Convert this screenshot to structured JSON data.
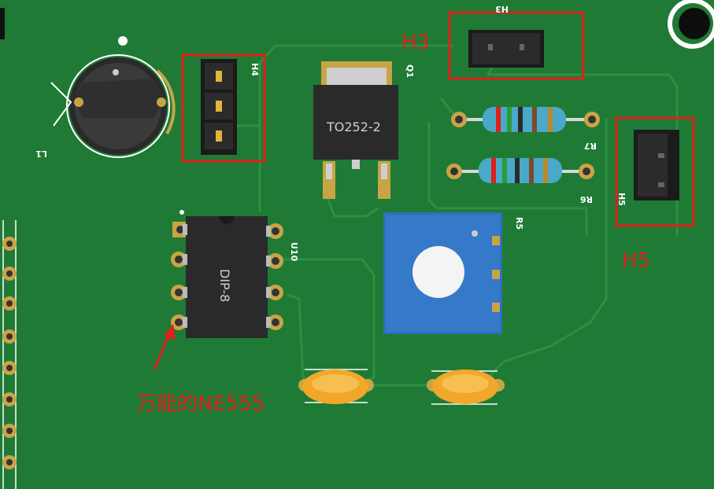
{
  "labels": {
    "L1": "L1",
    "H4": "H4",
    "H3": "H3",
    "H5": "H5",
    "Q1": "Q1",
    "R5": "R5",
    "R6": "R6",
    "R7": "R7",
    "U10": "U10"
  },
  "packages": {
    "q1": "TO252-2",
    "u10": "DIP-8"
  },
  "annotations": {
    "h3": "H3",
    "h5": "H5",
    "ne555": "万能的NE555"
  },
  "colors": {
    "board": "#1f7a35",
    "annotation": "#e0201b",
    "silkscreen": "#ffffff",
    "pad": "#c9a445"
  }
}
